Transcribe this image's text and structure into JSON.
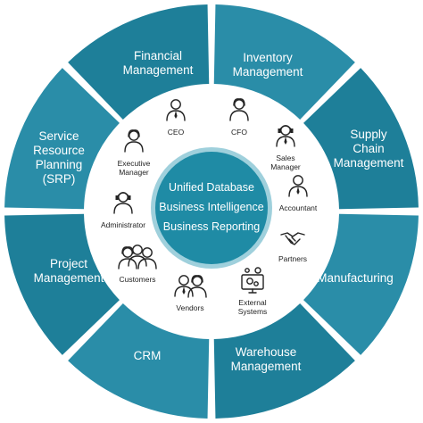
{
  "diagram": {
    "colors": {
      "outer_ring": "#1e7f99",
      "outer_ring_alt": "#2a8da8",
      "hub": "#1f8ba5",
      "hub_ring": "#5fb3c6",
      "inner_bg": "#ffffff",
      "text_dark": "#1f1f1f"
    },
    "hub": {
      "lines": [
        "Unified Database",
        "Business Intelligence",
        "Business Reporting"
      ]
    },
    "segments": [
      {
        "lines": [
          "Financial",
          "Management"
        ]
      },
      {
        "lines": [
          "Inventory",
          "Management"
        ]
      },
      {
        "lines": [
          "Supply",
          "Chain",
          "Management"
        ]
      },
      {
        "lines": [
          "Manufacturing"
        ]
      },
      {
        "lines": [
          "Warehouse",
          "Management"
        ]
      },
      {
        "lines": [
          "CRM"
        ]
      },
      {
        "lines": [
          "Project",
          "Management"
        ]
      },
      {
        "lines": [
          "Service",
          "Resource",
          "Planning",
          "(SRP)"
        ]
      }
    ],
    "roles": [
      {
        "lines": [
          "CEO"
        ],
        "icon": "ceo-icon"
      },
      {
        "lines": [
          "CFO"
        ],
        "icon": "cfo-icon"
      },
      {
        "lines": [
          "Sales",
          "Manager"
        ],
        "icon": "sales-manager-icon"
      },
      {
        "lines": [
          "Accountant"
        ],
        "icon": "accountant-icon"
      },
      {
        "lines": [
          "Partners"
        ],
        "icon": "handshake-icon"
      },
      {
        "lines": [
          "External",
          "Systems"
        ],
        "icon": "computer-network-icon"
      },
      {
        "lines": [
          "Vendors"
        ],
        "icon": "vendors-icon"
      },
      {
        "lines": [
          "Customers"
        ],
        "icon": "customers-group-icon"
      },
      {
        "lines": [
          "Administrator"
        ],
        "icon": "administrator-icon"
      },
      {
        "lines": [
          "Executive",
          "Manager"
        ],
        "icon": "executive-manager-icon"
      }
    ]
  }
}
